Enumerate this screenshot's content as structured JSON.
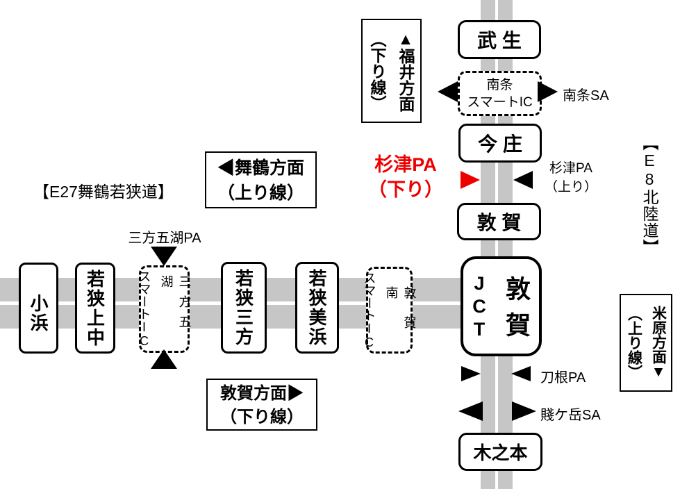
{
  "roads": {
    "e27_title": "【E27舞鶴若狭道】",
    "e8_title": {
      "open_bracket": "【",
      "route_code": "E8",
      "name_and_bracket": "北陸道】"
    }
  },
  "e8_stations": {
    "takefu": "武 生",
    "imajo": "今 庄",
    "tsuruga": "敦 賀",
    "kinomoto": "木之本"
  },
  "jct": {
    "code": "JCT",
    "name": "敦賀"
  },
  "e27_stations": {
    "obama": "小浜",
    "wakasa_kaminaka": "若狭上中",
    "wakasa_mikata": "若狭三方",
    "wakasa_mihama": "若狭美浜"
  },
  "smart_ics": {
    "nanjo": {
      "name": "南条",
      "type": "スマートIC"
    },
    "mikatagoko": {
      "name": "三方五湖",
      "type_kana": "スマート",
      "type_latin": "IC"
    },
    "tsuruga_minami": {
      "name": "敦賀南",
      "type_kana": "スマート",
      "type_latin": "IC"
    }
  },
  "facilities": {
    "nanjo_sa": "南条SA",
    "mikatagoko_pa": "三方五湖PA",
    "suizu_pa_down_line1": "杉津PA",
    "suizu_pa_down_line2": "（下り）",
    "suizu_pa_up_line1": "杉津PA",
    "suizu_pa_up_line2": "（上り）",
    "tone_pa": "刀根PA",
    "shizugatake_sa": "賤ケ岳SA"
  },
  "direction_signs": {
    "fukui": {
      "col1": "▲福井方面",
      "col2": "（下り線）"
    },
    "maizuru": {
      "line1": "◀舞鶴方面",
      "line2": "（上り線）"
    },
    "tsuruga": {
      "line1": "敦賀方面▶",
      "line2": "（下り線）"
    },
    "maibara": {
      "col1": "米原方面▼",
      "col2": "（上り線）"
    }
  },
  "colors": {
    "road_gray": "#c6c6c6",
    "highlight_red": "#ef0000"
  }
}
